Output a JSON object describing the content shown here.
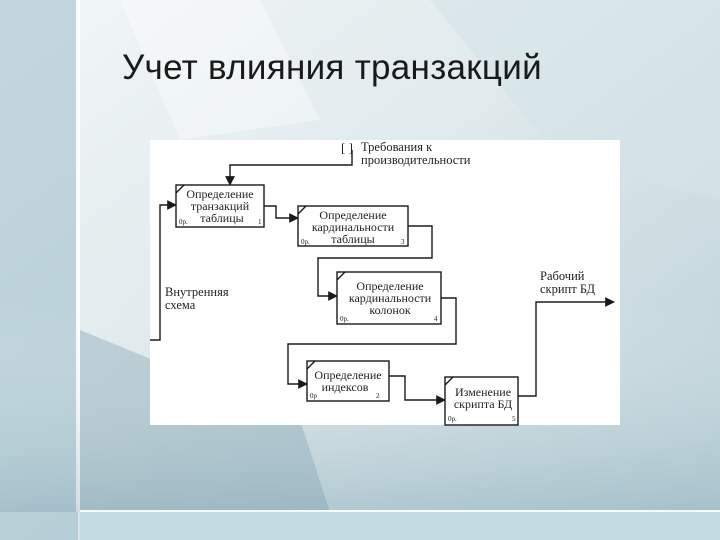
{
  "slide": {
    "title": "Учет влияния транзакций"
  },
  "diagram": {
    "control_arrow": {
      "bracket": "[ ]",
      "lines": [
        "Требования к",
        "производительности"
      ]
    },
    "input_arrow": {
      "lines": [
        "Внутренняя",
        "схема"
      ]
    },
    "output_arrow": {
      "lines": [
        "Рабочий",
        "скрипт БД"
      ]
    },
    "boxes": [
      {
        "id": "1",
        "lines": [
          "Определение",
          "транзакций",
          "таблицы"
        ],
        "corner_label": "0р.",
        "number": "1"
      },
      {
        "id": "3",
        "lines": [
          "Определение",
          "кардинальности",
          "таблицы"
        ],
        "corner_label": "0р.",
        "number": "3"
      },
      {
        "id": "4",
        "lines": [
          "Определение",
          "кардинальности",
          "колонок"
        ],
        "corner_label": "0р.",
        "number": "4"
      },
      {
        "id": "2",
        "lines": [
          "Определение",
          "индексов"
        ],
        "corner_label": "0р",
        "number": "2"
      },
      {
        "id": "5",
        "lines": [
          "Изменение",
          "скрипта БД"
        ],
        "corner_label": "0р.",
        "number": "5"
      }
    ]
  },
  "colors": {
    "background_light": "#eef4f6",
    "background_dark": "#a9c7d2",
    "strip": "#c6dce4",
    "line": "#1a1a1a"
  }
}
